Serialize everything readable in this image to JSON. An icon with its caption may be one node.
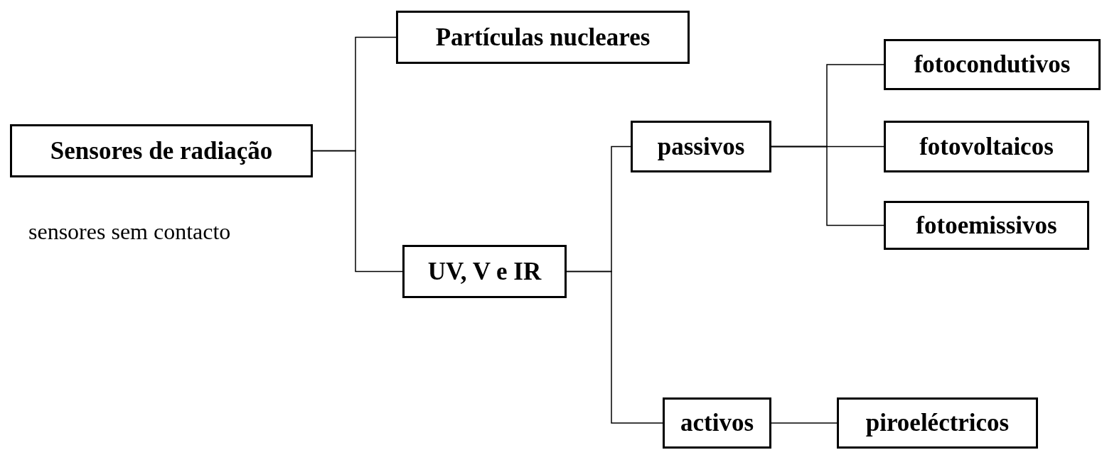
{
  "diagram": {
    "nodes": [
      {
        "text": [
          "Sensores de radiação"
        ]
      },
      {
        "text": [
          "Partículas nucleares"
        ]
      },
      {
        "text": [
          "UV, V e IR"
        ]
      },
      {
        "text": [
          "passivos"
        ]
      },
      {
        "text": [
          "fotocondutivos"
        ]
      },
      {
        "text": [
          "fotovoltaicos"
        ]
      },
      {
        "text": [
          "fotoemissivos"
        ]
      },
      {
        "text": [
          "activos"
        ]
      },
      {
        "text": [
          "piroeléctricos"
        ]
      }
    ],
    "edges": [
      {
        "from": 0,
        "to": 1,
        "arrow": "none"
      },
      {
        "from": 0,
        "to": 2,
        "arrow": "none"
      },
      {
        "from": 2,
        "to": 3,
        "arrow": "none"
      },
      {
        "from": 2,
        "to": 7,
        "arrow": "none"
      },
      {
        "from": 3,
        "to": 4,
        "arrow": "none"
      },
      {
        "from": 3,
        "to": 5,
        "arrow": "none"
      },
      {
        "from": 3,
        "to": 6,
        "arrow": "none"
      },
      {
        "from": 7,
        "to": 8,
        "arrow": "none"
      }
    ],
    "labels": [
      "sensores sem contacto"
    ]
  }
}
